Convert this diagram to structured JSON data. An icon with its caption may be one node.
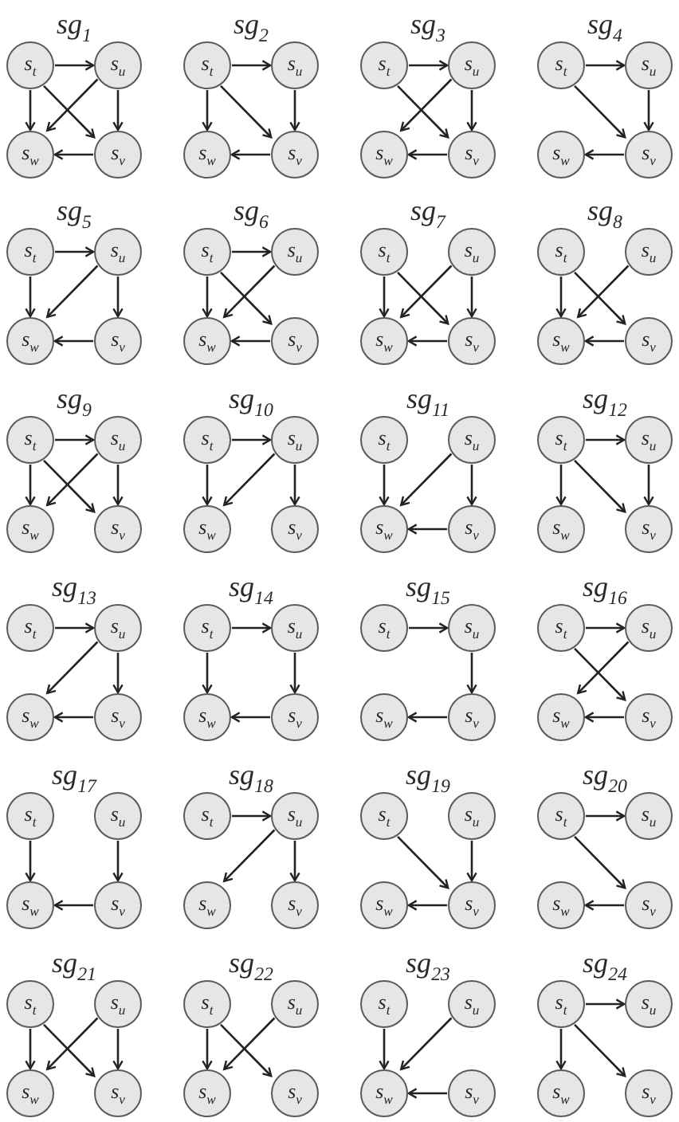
{
  "diagram": {
    "nodes": [
      {
        "text": [
          "s$_{t}$"
        ]
      },
      {
        "text": [
          "s$_{u}$"
        ]
      },
      {
        "text": [
          "s$_{w}$"
        ]
      },
      {
        "text": [
          "s$_{v}$"
        ]
      },
      {
        "text": [
          "s$_{t}$"
        ]
      },
      {
        "text": [
          "s$_{u}$"
        ]
      },
      {
        "text": [
          "s$_{w}$"
        ]
      },
      {
        "text": [
          "s$_{v}$"
        ]
      },
      {
        "text": [
          "s$_{t}$"
        ]
      },
      {
        "text": [
          "s$_{u}$"
        ]
      },
      {
        "text": [
          "s$_{w}$"
        ]
      },
      {
        "text": [
          "s$_{v}$"
        ]
      },
      {
        "text": [
          "s$_{t}$"
        ]
      },
      {
        "text": [
          "s$_{u}$"
        ]
      },
      {
        "text": [
          "s$_{w}$"
        ]
      },
      {
        "text": [
          "s$_{v}$"
        ]
      },
      {
        "text": [
          "s$_{t}$"
        ]
      },
      {
        "text": [
          "s$_{u}$"
        ]
      },
      {
        "text": [
          "s$_{w}$"
        ]
      },
      {
        "text": [
          "s$_{v}$"
        ]
      },
      {
        "text": [
          "s$_{t}$"
        ]
      },
      {
        "text": [
          "s$_{u}$"
        ]
      },
      {
        "text": [
          "s$_{w}$"
        ]
      },
      {
        "text": [
          "s$_{v}$"
        ]
      },
      {
        "text": [
          "s$_{t}$"
        ]
      },
      {
        "text": [
          "s$_{u}$"
        ]
      },
      {
        "text": [
          "s$_{w}$"
        ]
      },
      {
        "text": [
          "s$_{v}$"
        ]
      },
      {
        "text": [
          "s$_{t}$"
        ]
      },
      {
        "text": [
          "s$_{u}$"
        ]
      },
      {
        "text": [
          "s$_{w}$"
        ]
      },
      {
        "text": [
          "s$_{v}$"
        ]
      },
      {
        "text": [
          "s$_{t}$"
        ]
      },
      {
        "text": [
          "s$_{u}$"
        ]
      },
      {
        "text": [
          "s$_{w}$"
        ]
      },
      {
        "text": [
          "s$_{v}$"
        ]
      },
      {
        "text": [
          "s$_{t}$"
        ]
      },
      {
        "text": [
          "s$_{u}$"
        ]
      },
      {
        "text": [
          "s$_{w}$"
        ]
      },
      {
        "text": [
          "s$_{v}$"
        ]
      },
      {
        "text": [
          "s$_{t}$"
        ]
      },
      {
        "text": [
          "s$_{u}$"
        ]
      },
      {
        "text": [
          "s$_{w}$"
        ]
      },
      {
        "text": [
          "s$_{v}$"
        ]
      },
      {
        "text": [
          "s$_{t}$"
        ]
      },
      {
        "text": [
          "s$_{u}$"
        ]
      },
      {
        "text": [
          "s$_{w}$"
        ]
      },
      {
        "text": [
          "s$_{v}$"
        ]
      },
      {
        "text": [
          "s$_{t}$"
        ]
      },
      {
        "text": [
          "s$_{u}$"
        ]
      },
      {
        "text": [
          "s$_{w}$"
        ]
      },
      {
        "text": [
          "s$_{v}$"
        ]
      },
      {
        "text": [
          "s$_{t}$"
        ]
      },
      {
        "text": [
          "s$_{u}$"
        ]
      },
      {
        "text": [
          "s$_{w}$"
        ]
      },
      {
        "text": [
          "s$_{v}$"
        ]
      },
      {
        "text": [
          "s$_{t}$"
        ]
      },
      {
        "text": [
          "s$_{u}$"
        ]
      },
      {
        "text": [
          "s$_{w}$"
        ]
      },
      {
        "text": [
          "s$_{v}$"
        ]
      },
      {
        "text": [
          "s$_{t}$"
        ]
      },
      {
        "text": [
          "s$_{u}$"
        ]
      },
      {
        "text": [
          "s$_{w}$"
        ]
      },
      {
        "text": [
          "s$_{v}$"
        ]
      },
      {
        "text": [
          "s$_{t}$"
        ]
      },
      {
        "text": [
          "s$_{u}$"
        ]
      },
      {
        "text": [
          "s$_{w}$"
        ]
      },
      {
        "text": [
          "s$_{v}$"
        ]
      },
      {
        "text": [
          "s$_{t}$"
        ]
      },
      {
        "text": [
          "s$_{u}$"
        ]
      },
      {
        "text": [
          "s$_{w}$"
        ]
      },
      {
        "text": [
          "s$_{v}$"
        ]
      },
      {
        "text": [
          "s$_{t}$"
        ]
      },
      {
        "text": [
          "s$_{u}$"
        ]
      },
      {
        "text": [
          "s$_{w}$"
        ]
      },
      {
        "text": [
          "s$_{v}$"
        ]
      },
      {
        "text": [
          "s$_{t}$"
        ]
      },
      {
        "text": [
          "s$_{u}$"
        ]
      },
      {
        "text": [
          "s$_{w}$"
        ]
      },
      {
        "text": [
          "s$_{v}$"
        ]
      },
      {
        "text": [
          "s$_{t}$"
        ]
      },
      {
        "text": [
          "s$_{u}$"
        ]
      },
      {
        "text": [
          "s$_{w}$"
        ]
      },
      {
        "text": [
          "s$_{v}$"
        ]
      },
      {
        "text": [
          "s$_{t}$"
        ]
      },
      {
        "text": [
          "s$_{u}$"
        ]
      },
      {
        "text": [
          "s$_{w}$"
        ]
      },
      {
        "text": [
          "s$_{v}$"
        ]
      },
      {
        "text": [
          "s$_{t}$"
        ]
      },
      {
        "text": [
          "s$_{u}$"
        ]
      },
      {
        "text": [
          "s$_{w}$"
        ]
      },
      {
        "text": [
          "s$_{v}$"
        ]
      },
      {
        "text": [
          "s$_{t}$"
        ]
      },
      {
        "text": [
          "s$_{u}$"
        ]
      },
      {
        "text": [
          "s$_{w}$"
        ]
      },
      {
        "text": [
          "s$_{v}$"
        ]
      }
    ],
    "edges": [
      {
        "from": 0,
        "to": 1,
        "arrow": "to"
      },
      {
        "from": 0,
        "to": 2,
        "arrow": "to"
      },
      {
        "from": 0,
        "to": 3,
        "arrow": "to"
      },
      {
        "from": 1,
        "to": 2,
        "arrow": "to"
      },
      {
        "from": 1,
        "to": 3,
        "arrow": "to"
      },
      {
        "from": 3,
        "to": 2,
        "arrow": "to"
      },
      {
        "from": 4,
        "to": 5,
        "arrow": "to"
      },
      {
        "from": 4,
        "to": 6,
        "arrow": "to"
      },
      {
        "from": 4,
        "to": 7,
        "arrow": "to"
      },
      {
        "from": 5,
        "to": 7,
        "arrow": "to"
      },
      {
        "from": 7,
        "to": 6,
        "arrow": "to"
      },
      {
        "from": 8,
        "to": 9,
        "arrow": "to"
      },
      {
        "from": 8,
        "to": 11,
        "arrow": "to"
      },
      {
        "from": 9,
        "to": 10,
        "arrow": "to"
      },
      {
        "from": 9,
        "to": 11,
        "arrow": "to"
      },
      {
        "from": 11,
        "to": 10,
        "arrow": "to"
      },
      {
        "from": 12,
        "to": 13,
        "arrow": "to"
      },
      {
        "from": 12,
        "to": 15,
        "arrow": "to"
      },
      {
        "from": 13,
        "to": 15,
        "arrow": "to"
      },
      {
        "from": 15,
        "to": 14,
        "arrow": "to"
      },
      {
        "from": 16,
        "to": 17,
        "arrow": "to"
      },
      {
        "from": 16,
        "to": 18,
        "arrow": "to"
      },
      {
        "from": 17,
        "to": 18,
        "arrow": "to"
      },
      {
        "from": 17,
        "to": 19,
        "arrow": "to"
      },
      {
        "from": 19,
        "to": 18,
        "arrow": "to"
      },
      {
        "from": 20,
        "to": 21,
        "arrow": "to"
      },
      {
        "from": 20,
        "to": 22,
        "arrow": "to"
      },
      {
        "from": 20,
        "to": 23,
        "arrow": "to"
      },
      {
        "from": 21,
        "to": 22,
        "arrow": "to"
      },
      {
        "from": 23,
        "to": 22,
        "arrow": "to"
      },
      {
        "from": 24,
        "to": 26,
        "arrow": "to"
      },
      {
        "from": 24,
        "to": 27,
        "arrow": "to"
      },
      {
        "from": 25,
        "to": 26,
        "arrow": "to"
      },
      {
        "from": 25,
        "to": 27,
        "arrow": "to"
      },
      {
        "from": 27,
        "to": 26,
        "arrow": "to"
      },
      {
        "from": 28,
        "to": 30,
        "arrow": "to"
      },
      {
        "from": 28,
        "to": 31,
        "arrow": "to"
      },
      {
        "from": 29,
        "to": 30,
        "arrow": "to"
      },
      {
        "from": 31,
        "to": 30,
        "arrow": "to"
      },
      {
        "from": 32,
        "to": 33,
        "arrow": "to"
      },
      {
        "from": 32,
        "to": 34,
        "arrow": "to"
      },
      {
        "from": 32,
        "to": 35,
        "arrow": "to"
      },
      {
        "from": 33,
        "to": 34,
        "arrow": "to"
      },
      {
        "from": 33,
        "to": 35,
        "arrow": "to"
      },
      {
        "from": 36,
        "to": 37,
        "arrow": "to"
      },
      {
        "from": 36,
        "to": 38,
        "arrow": "to"
      },
      {
        "from": 37,
        "to": 38,
        "arrow": "to"
      },
      {
        "from": 37,
        "to": 39,
        "arrow": "to"
      },
      {
        "from": 40,
        "to": 42,
        "arrow": "to"
      },
      {
        "from": 41,
        "to": 42,
        "arrow": "to"
      },
      {
        "from": 41,
        "to": 43,
        "arrow": "to"
      },
      {
        "from": 43,
        "to": 42,
        "arrow": "to"
      },
      {
        "from": 44,
        "to": 45,
        "arrow": "to"
      },
      {
        "from": 44,
        "to": 46,
        "arrow": "to"
      },
      {
        "from": 44,
        "to": 47,
        "arrow": "to"
      },
      {
        "from": 45,
        "to": 47,
        "arrow": "to"
      },
      {
        "from": 48,
        "to": 49,
        "arrow": "to"
      },
      {
        "from": 49,
        "to": 50,
        "arrow": "to"
      },
      {
        "from": 49,
        "to": 51,
        "arrow": "to"
      },
      {
        "from": 51,
        "to": 50,
        "arrow": "to"
      },
      {
        "from": 52,
        "to": 53,
        "arrow": "to"
      },
      {
        "from": 52,
        "to": 54,
        "arrow": "to"
      },
      {
        "from": 53,
        "to": 55,
        "arrow": "to"
      },
      {
        "from": 55,
        "to": 54,
        "arrow": "to"
      },
      {
        "from": 56,
        "to": 57,
        "arrow": "to"
      },
      {
        "from": 57,
        "to": 59,
        "arrow": "to"
      },
      {
        "from": 59,
        "to": 58,
        "arrow": "to"
      },
      {
        "from": 60,
        "to": 61,
        "arrow": "to"
      },
      {
        "from": 60,
        "to": 63,
        "arrow": "to"
      },
      {
        "from": 61,
        "to": 62,
        "arrow": "to"
      },
      {
        "from": 63,
        "to": 62,
        "arrow": "to"
      },
      {
        "from": 64,
        "to": 66,
        "arrow": "to"
      },
      {
        "from": 65,
        "to": 67,
        "arrow": "to"
      },
      {
        "from": 67,
        "to": 66,
        "arrow": "to"
      },
      {
        "from": 68,
        "to": 69,
        "arrow": "to"
      },
      {
        "from": 69,
        "to": 70,
        "arrow": "to"
      },
      {
        "from": 69,
        "to": 71,
        "arrow": "to"
      },
      {
        "from": 72,
        "to": 75,
        "arrow": "to"
      },
      {
        "from": 73,
        "to": 75,
        "arrow": "to"
      },
      {
        "from": 75,
        "to": 74,
        "arrow": "to"
      },
      {
        "from": 76,
        "to": 77,
        "arrow": "to"
      },
      {
        "from": 76,
        "to": 79,
        "arrow": "to"
      },
      {
        "from": 79,
        "to": 78,
        "arrow": "to"
      },
      {
        "from": 80,
        "to": 82,
        "arrow": "to"
      },
      {
        "from": 80,
        "to": 83,
        "arrow": "to"
      },
      {
        "from": 81,
        "to": 82,
        "arrow": "to"
      },
      {
        "from": 81,
        "to": 83,
        "arrow": "to"
      },
      {
        "from": 84,
        "to": 86,
        "arrow": "to"
      },
      {
        "from": 84,
        "to": 87,
        "arrow": "to"
      },
      {
        "from": 85,
        "to": 86,
        "arrow": "to"
      },
      {
        "from": 88,
        "to": 90,
        "arrow": "to"
      },
      {
        "from": 89,
        "to": 90,
        "arrow": "to"
      },
      {
        "from": 91,
        "to": 90,
        "arrow": "to"
      },
      {
        "from": 92,
        "to": 93,
        "arrow": "to"
      },
      {
        "from": 92,
        "to": 94,
        "arrow": "to"
      },
      {
        "from": 92,
        "to": 95,
        "arrow": "to"
      }
    ],
    "labels": [
      "sg$_{1}$",
      "sg$_{2}$",
      "sg$_{3}$",
      "sg$_{4}$",
      "sg$_{5}$",
      "sg$_{6}$",
      "sg$_{7}$",
      "sg$_{8}$",
      "sg$_{9}$",
      "sg$_{10}$",
      "sg$_{11}$",
      "sg$_{12}$",
      "sg$_{13}$",
      "sg$_{14}$",
      "sg$_{15}$",
      "sg$_{16}$",
      "sg$_{17}$",
      "sg$_{18}$",
      "sg$_{19}$",
      "sg$_{20}$",
      "sg$_{21}$",
      "sg$_{22}$",
      "sg$_{23}$",
      "sg$_{24}$"
    ]
  }
}
